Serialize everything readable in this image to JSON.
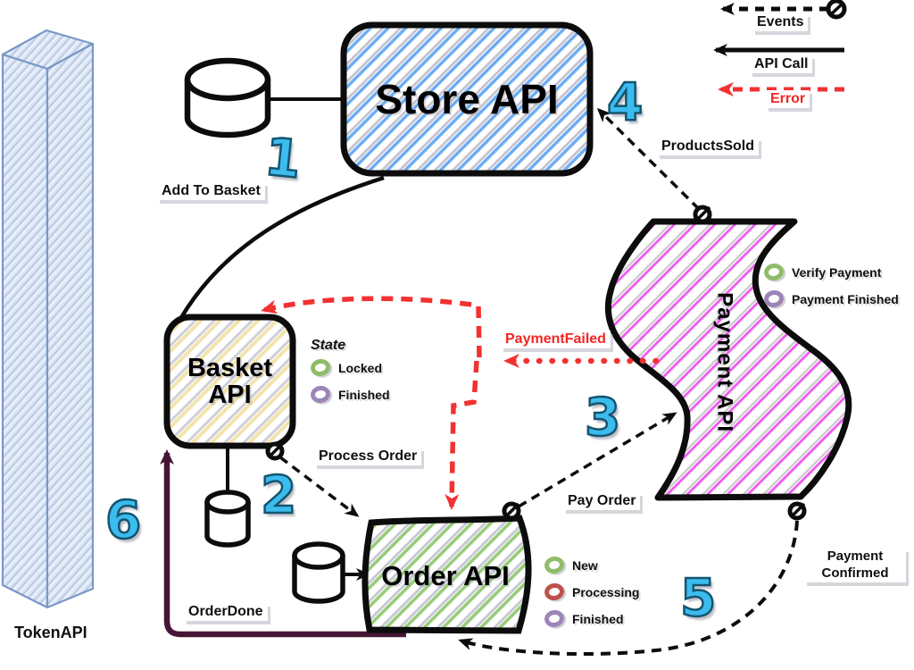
{
  "legend": {
    "events_label": "Events",
    "api_call_label": "API Call",
    "error_label": "Error"
  },
  "nodes": {
    "token": {
      "label": "TokenAPI"
    },
    "store": {
      "label": "Store API"
    },
    "basket": {
      "label": "Basket API"
    },
    "order": {
      "label": "Order API"
    },
    "payment": {
      "label": "Payment API"
    }
  },
  "edges": {
    "add_to_basket": {
      "step": "1",
      "label": "Add To Basket",
      "type": "api-call"
    },
    "process_order": {
      "step": "2",
      "label": "Process Order",
      "type": "event"
    },
    "pay_order": {
      "step": "3",
      "label": "Pay Order",
      "type": "event"
    },
    "products_sold": {
      "step": "4",
      "label": "ProductsSold",
      "type": "event"
    },
    "payment_confirmed": {
      "step": "5",
      "label": "Payment Confirmed",
      "type": "event"
    },
    "order_done": {
      "step": "6",
      "label": "OrderDone",
      "type": "api-call"
    },
    "payment_failed": {
      "label": "PaymentFailed",
      "type": "error"
    }
  },
  "states": {
    "basket": {
      "title": "State",
      "items": [
        {
          "label": "Locked",
          "color": "#8fbc69"
        },
        {
          "label": "Finished",
          "color": "#9d85b8"
        }
      ]
    },
    "order": {
      "items": [
        {
          "label": "New",
          "color": "#8fbc69"
        },
        {
          "label": "Processing",
          "color": "#c0504d"
        },
        {
          "label": "Finished",
          "color": "#9d85b8"
        }
      ]
    },
    "payment": {
      "items": [
        {
          "label": "Verify Payment",
          "color": "#8fbc69"
        },
        {
          "label": "Payment Finished",
          "color": "#9d85b8"
        }
      ]
    }
  },
  "colors": {
    "step_number": "#3cbcee",
    "error": "#f23131",
    "order_done_arrow": "#451635",
    "store_hatch": "#69acf6",
    "basket_hatch": "#f3e4ac",
    "order_hatch": "#97cc78",
    "payment_hatch": "#f05af2",
    "token_face": "#dce6f4"
  }
}
